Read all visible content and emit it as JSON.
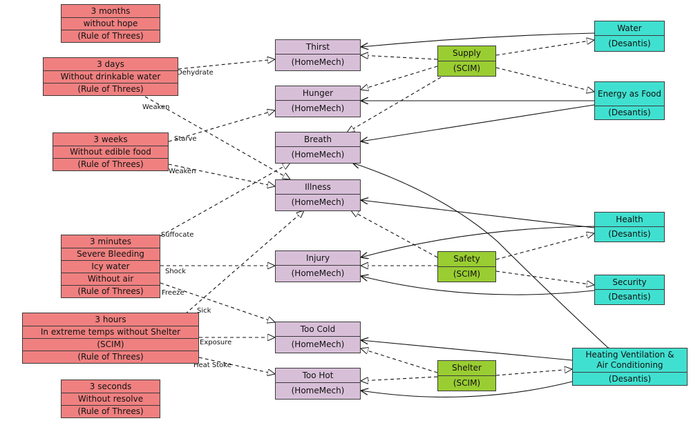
{
  "nodes": {
    "rule_3months": [
      "3 months",
      "without hope",
      "(Rule of Threes)"
    ],
    "rule_3days": [
      "3 days",
      "Without drinkable water",
      "(Rule of Threes)"
    ],
    "rule_3weeks": [
      "3 weeks",
      "Without edible food",
      "(Rule of Threes)"
    ],
    "rule_3minutes": [
      "3 minutes",
      "Severe Bleeding",
      "Icy water",
      "Without air",
      "(Rule of Threes)"
    ],
    "rule_3hours": [
      "3 hours",
      "In extreme temps without Shelter",
      "(SCIM)",
      "(Rule of Threes)"
    ],
    "rule_3seconds": [
      "3 seconds",
      "Without resolve",
      "(Rule of Threes)"
    ],
    "home_thirst": [
      "Thirst",
      "(HomeMech)"
    ],
    "home_hunger": [
      "Hunger",
      "(HomeMech)"
    ],
    "home_breath": [
      "Breath",
      "(HomeMech)"
    ],
    "home_illness": [
      "Illness",
      "(HomeMech)"
    ],
    "home_injury": [
      "Injury",
      "(HomeMech)"
    ],
    "home_toocold": [
      "Too Cold",
      "(HomeMech)"
    ],
    "home_toohot": [
      "Too Hot",
      "(HomeMech)"
    ],
    "scim_supply": [
      "Supply",
      "(SCIM)"
    ],
    "scim_safety": [
      "Safety",
      "(SCIM)"
    ],
    "scim_shelter": [
      "Shelter",
      "(SCIM)"
    ],
    "des_water": [
      "Water",
      "(Desantis)"
    ],
    "des_energy": [
      "Energy as Food",
      "(Desantis)"
    ],
    "des_health": [
      "Health",
      "(Desantis)"
    ],
    "des_security": [
      "Security",
      "(Desantis)"
    ],
    "des_hvac": [
      "Heating Ventilation & Air Conditioning",
      "(Desantis)"
    ]
  },
  "edge_labels": {
    "dehydrate": "Dehydrate",
    "weaken_days": "Weaken",
    "starve": "Starve",
    "weaken_weeks": "Weaken",
    "suffocate": "Suffocate",
    "shock": "Shock",
    "freeze": "Freeze",
    "sick": "Sick",
    "exposure": "Exposure",
    "heat_stoke": "Heat Stoke"
  },
  "colors": {
    "rule_of_threes": "#f08080",
    "homemech": "#d8bfd8",
    "scim": "#9acd32",
    "desantis": "#40e0d0"
  }
}
